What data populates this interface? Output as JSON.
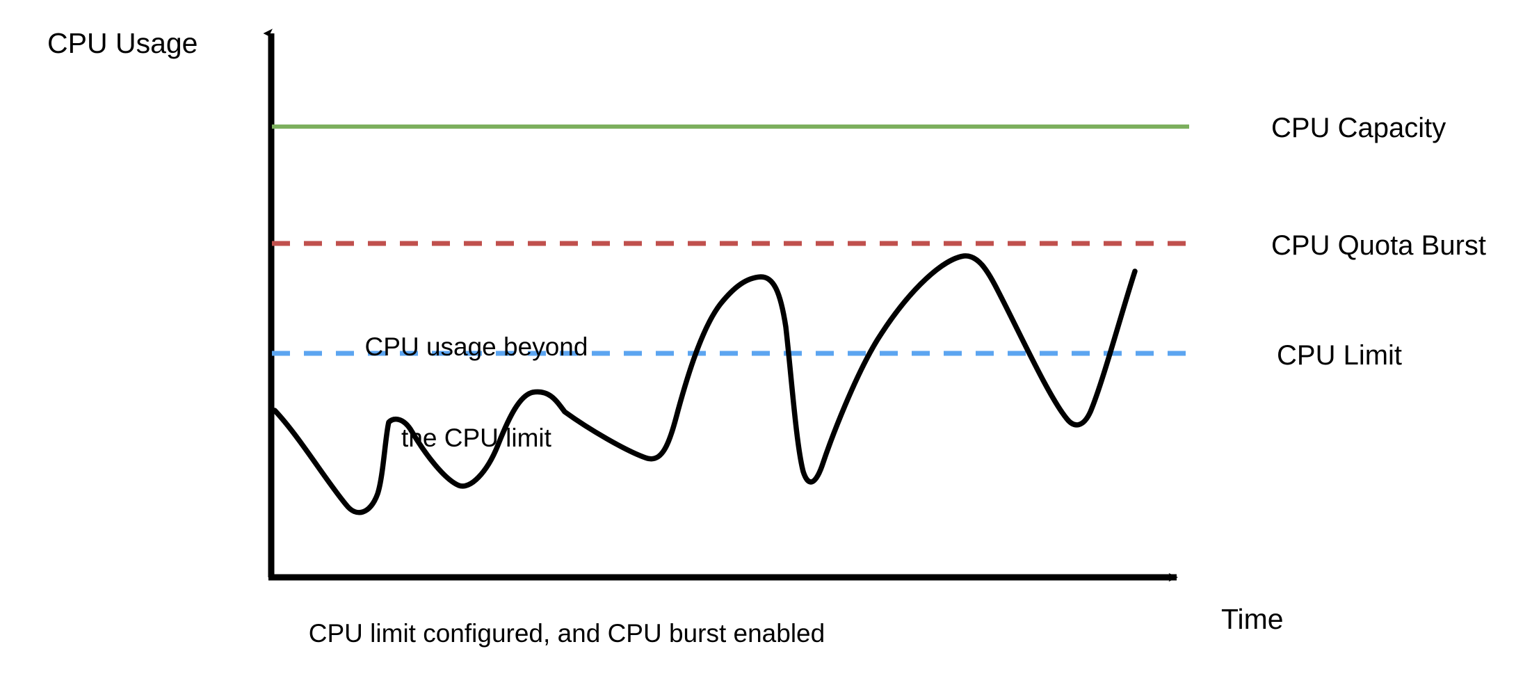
{
  "figure": {
    "caption": "CPU limit configured, and CPU burst enabled",
    "axis_y_title": "CPU Usage",
    "axis_x_title": "Time",
    "annotation": {
      "line1": "CPU usage beyond",
      "line2": "the CPU limit"
    }
  },
  "legend": {
    "capacity": "CPU Capacity",
    "quota_burst": "CPU Quota Burst",
    "limit": "CPU Limit"
  },
  "colors": {
    "capacity_line": "#7CAF5E",
    "quota_burst_line": "#C0504D",
    "limit_line": "#5CA5F0",
    "usage_curve": "#000000",
    "axis": "#000000",
    "background": "#FFFFFF",
    "text": "#000000"
  },
  "chart_data": {
    "type": "line",
    "title": "CPU limit configured, and CPU burst enabled",
    "xlabel": "Time",
    "ylabel": "CPU Usage",
    "grid": false,
    "legend_position": "right",
    "axis_style": "arrow-axes-no-ticks",
    "xlim": [
      0,
      100
    ],
    "ylim": [
      0,
      100
    ],
    "reference_lines": [
      {
        "name": "CPU Capacity",
        "label": "CPU Capacity",
        "value": 81,
        "color": "#7CAF5E",
        "style": "solid",
        "width": 5
      },
      {
        "name": "CPU Quota Burst",
        "label": "CPU Quota Burst",
        "value": 60,
        "color": "#C0504D",
        "style": "dashed",
        "width": 6
      },
      {
        "name": "CPU Limit",
        "label": "CPU Limit",
        "value": 40,
        "color": "#5CA5F0",
        "style": "dashed",
        "width": 6
      }
    ],
    "series": [
      {
        "name": "CPU usage",
        "color": "#000000",
        "width": 7,
        "smooth": true,
        "x": [
          0.4,
          9.3,
          13.5,
          22.3,
          28.5,
          41.5,
          53.1,
          58.0,
          75.6,
          87.8,
          94.2
        ],
        "values": [
          30.0,
          12.5,
          28.1,
          16.9,
          33.1,
          21.5,
          53.8,
          17.5,
          57.9,
          27.0,
          55.0
        ],
        "point_kinds": [
          "start",
          "trough",
          "peak",
          "trough",
          "peak",
          "trough",
          "plateau-peak",
          "trough",
          "peak",
          "trough",
          "end"
        ]
      }
    ],
    "annotations": [
      {
        "text": "CPU usage beyond the CPU limit",
        "x": 18,
        "y": 62,
        "lines": [
          "CPU usage beyond",
          "the CPU limit"
        ]
      }
    ]
  }
}
